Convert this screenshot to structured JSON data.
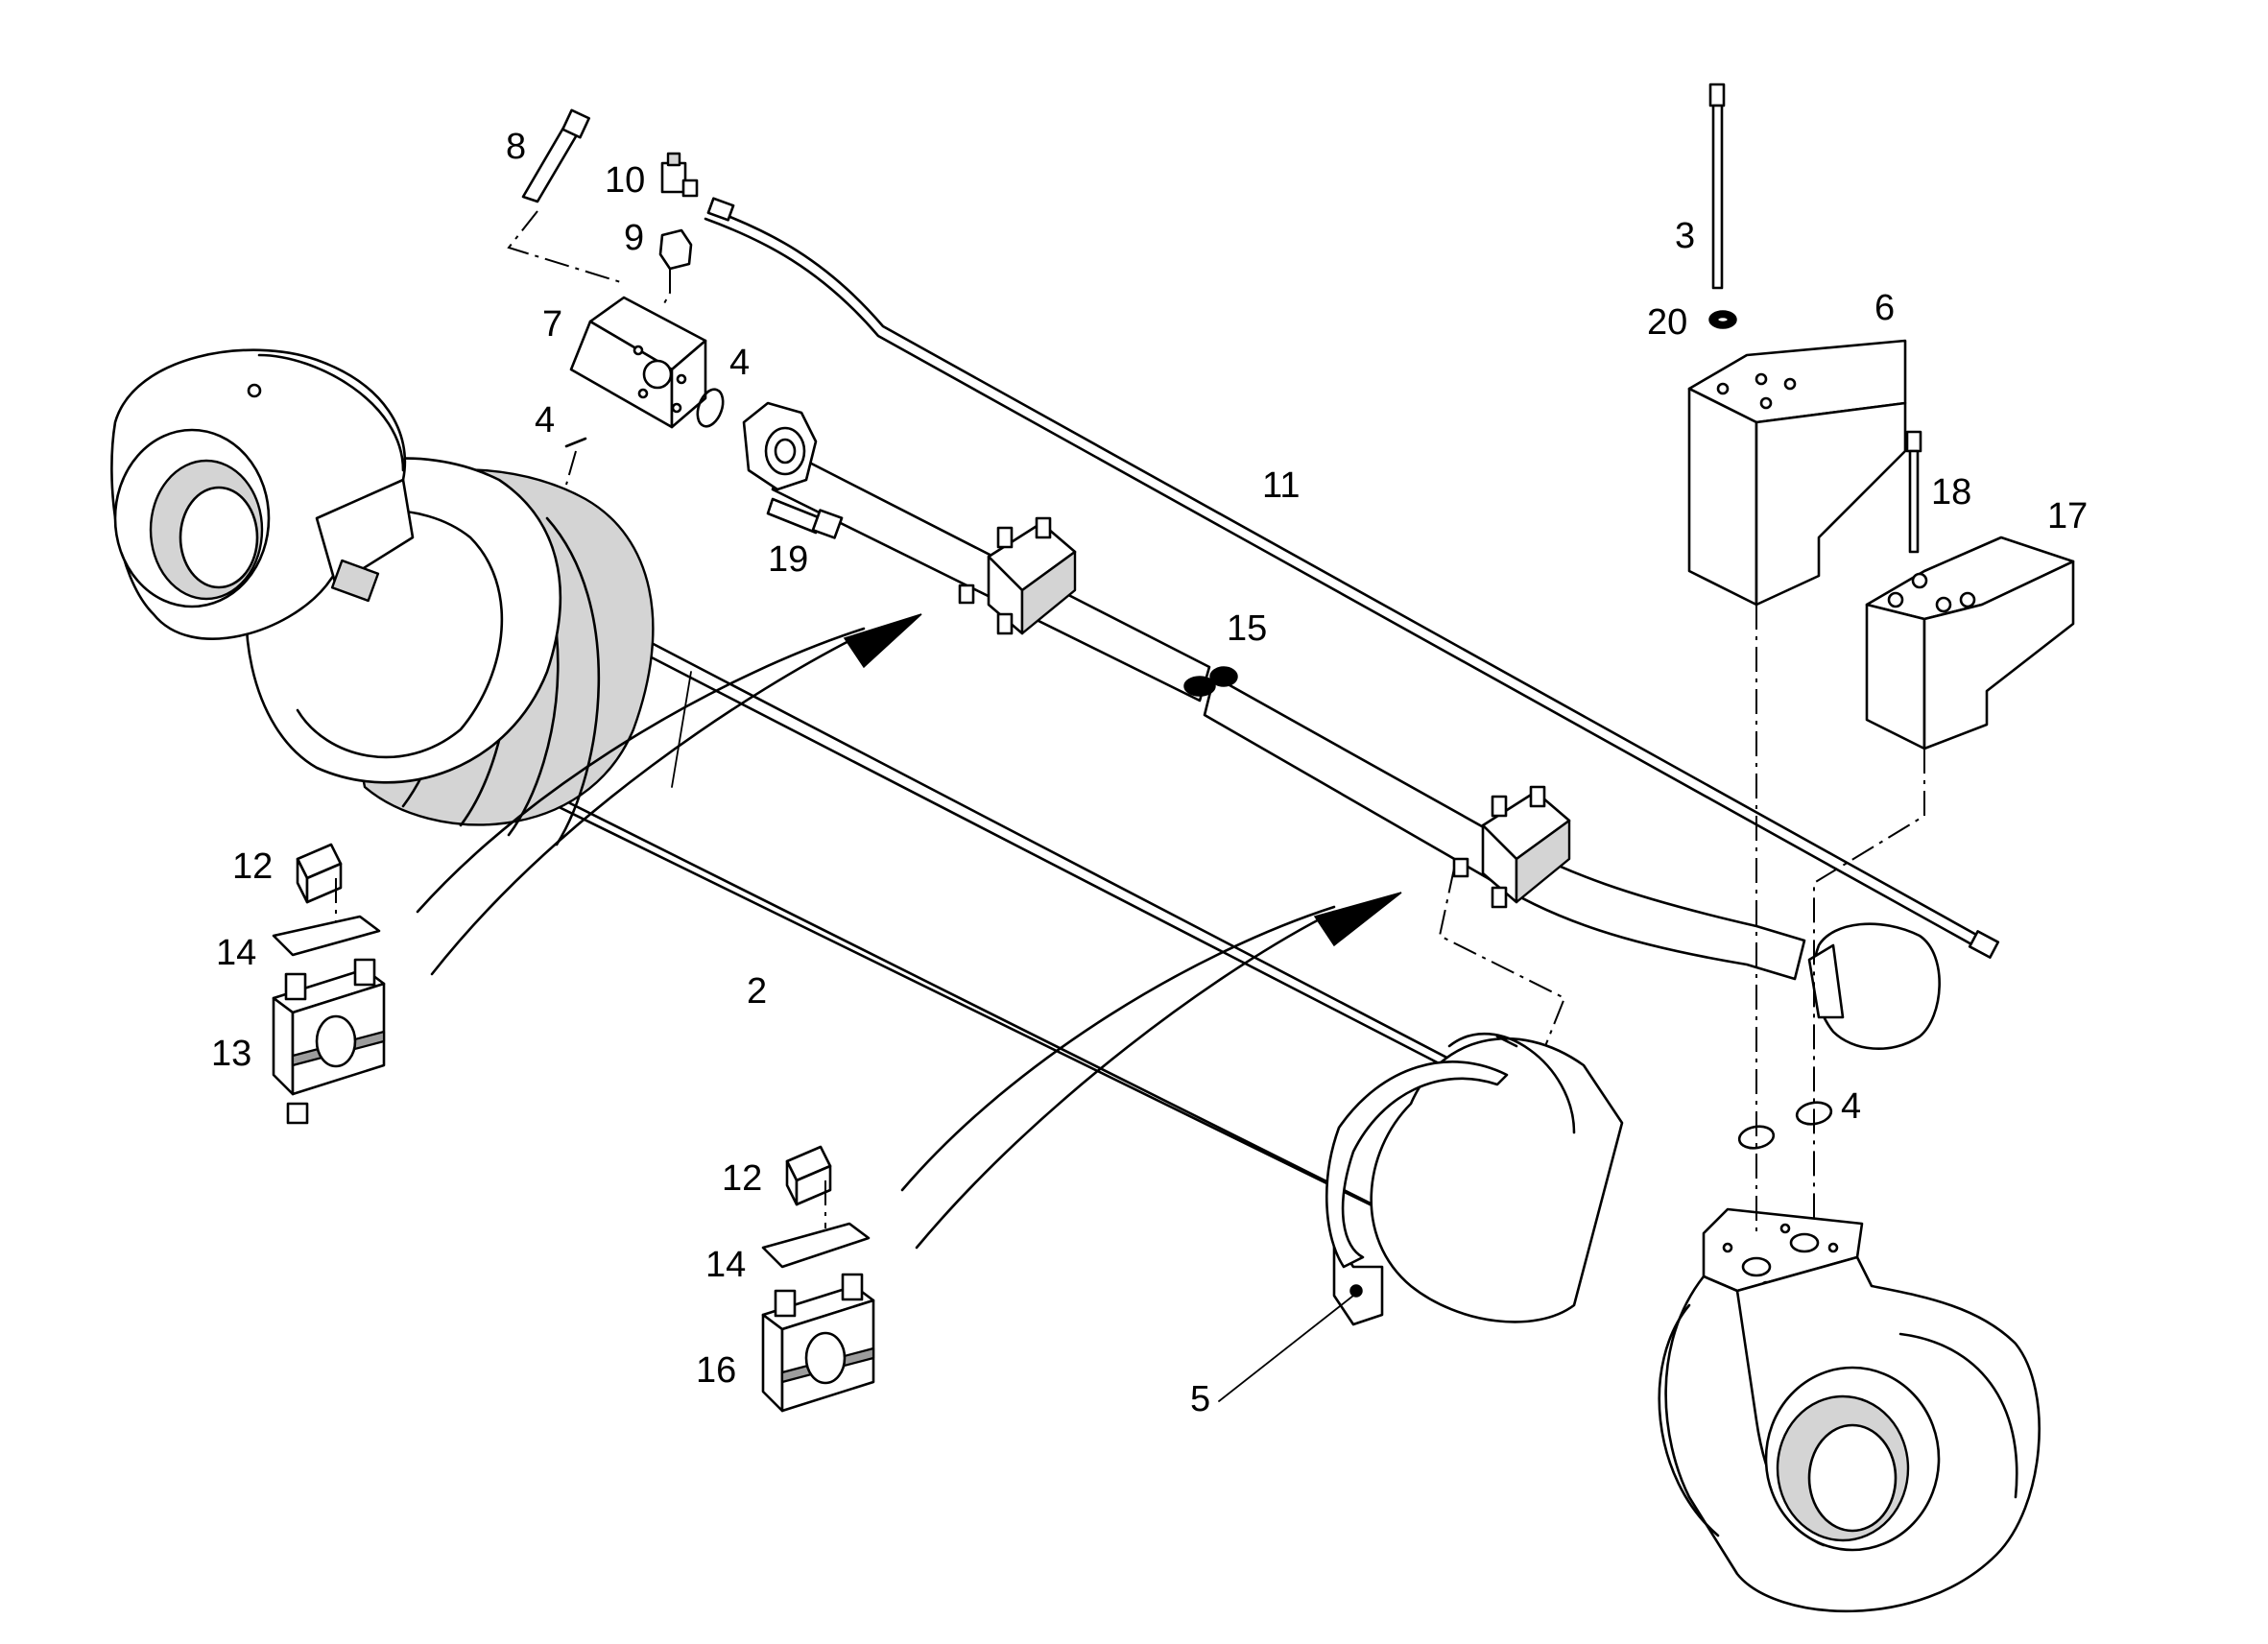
{
  "diagram": {
    "callouts": [
      {
        "id": "c8",
        "label": "8"
      },
      {
        "id": "c10",
        "label": "10"
      },
      {
        "id": "c9",
        "label": "9"
      },
      {
        "id": "c7",
        "label": "7"
      },
      {
        "id": "c4a",
        "label": "4"
      },
      {
        "id": "c4b",
        "label": "4"
      },
      {
        "id": "c19",
        "label": "19"
      },
      {
        "id": "c11",
        "label": "11"
      },
      {
        "id": "c15",
        "label": "15"
      },
      {
        "id": "c3",
        "label": "3"
      },
      {
        "id": "c20",
        "label": "20"
      },
      {
        "id": "c6",
        "label": "6"
      },
      {
        "id": "c18",
        "label": "18"
      },
      {
        "id": "c17",
        "label": "17"
      },
      {
        "id": "c12a",
        "label": "12"
      },
      {
        "id": "c14a",
        "label": "14"
      },
      {
        "id": "c13",
        "label": "13"
      },
      {
        "id": "c2",
        "label": "2"
      },
      {
        "id": "c12b",
        "label": "12"
      },
      {
        "id": "c14b",
        "label": "14"
      },
      {
        "id": "c16",
        "label": "16"
      },
      {
        "id": "c5",
        "label": "5"
      },
      {
        "id": "c4c",
        "label": "4"
      }
    ]
  }
}
